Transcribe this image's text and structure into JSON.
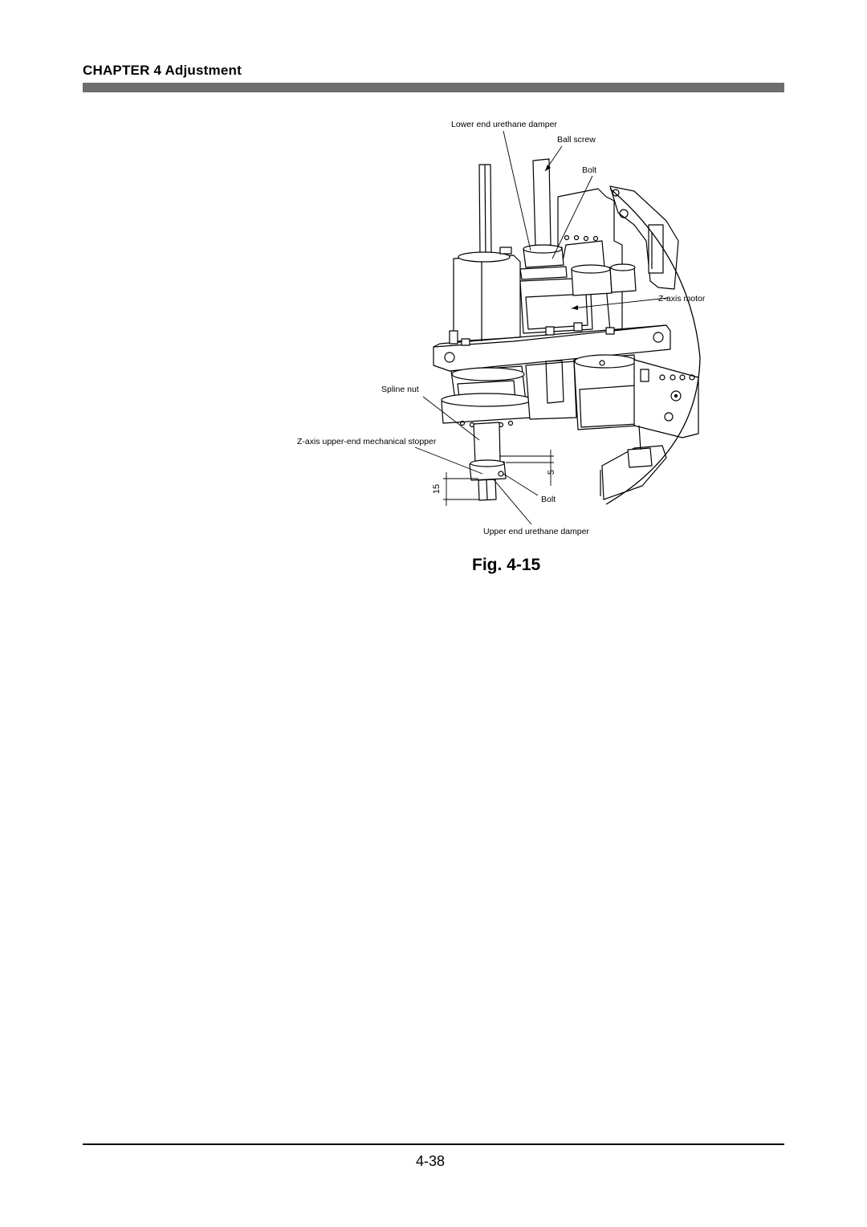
{
  "header": {
    "chapter": "CHAPTER 4 Adjustment"
  },
  "figure": {
    "labels": {
      "lower_damper": "Lower end urethane damper",
      "ball_screw": "Ball screw",
      "bolt_top": "Bolt",
      "z_motor": "Z-axis motor",
      "spline_nut": "Spline nut",
      "z_stopper": "Z-axis upper-end mechanical stopper",
      "bolt_bottom": "Bolt",
      "upper_damper": "Upper end urethane damper"
    },
    "dimensions": {
      "dim_5": "5",
      "dim_15": "15"
    },
    "caption": "Fig. 4-15"
  },
  "footer": {
    "page_number": "4-38"
  }
}
